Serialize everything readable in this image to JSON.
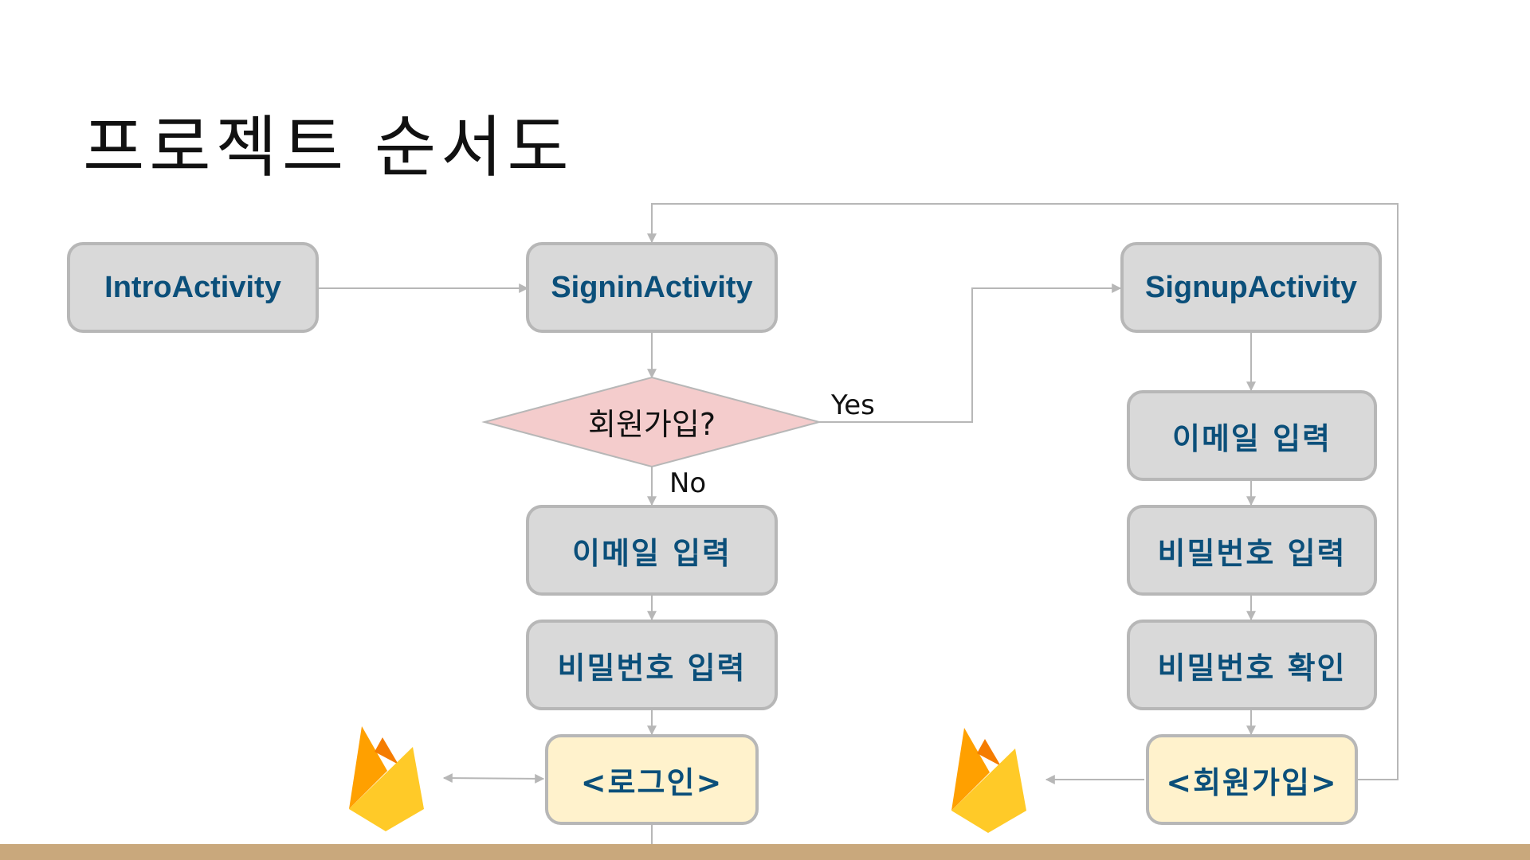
{
  "title": "프로젝트 순서도",
  "nodes": {
    "intro": "IntroActivity",
    "signin": "SigninActivity",
    "signup": "SignupActivity",
    "decision": "회원가입?",
    "signin_email": "이메일 입력",
    "signin_password": "비밀번호 입력",
    "login": "<로그인>",
    "signup_email": "이메일 입력",
    "signup_password": "비밀번호 입력",
    "signup_password_confirm": "비밀번호 확인",
    "register": "<회원가입>"
  },
  "edge_labels": {
    "yes": "Yes",
    "no": "No"
  },
  "icons": {
    "backend": "firebase-icon"
  },
  "colors": {
    "box_fill": "#d9d9d9",
    "box_border": "#b7b7b7",
    "action_fill": "#fff2cc",
    "decision_fill": "#f4cccc",
    "text_blue": "#0b4f7a",
    "connector": "#b7b7b7",
    "footer_bar": "#c9a87c"
  }
}
